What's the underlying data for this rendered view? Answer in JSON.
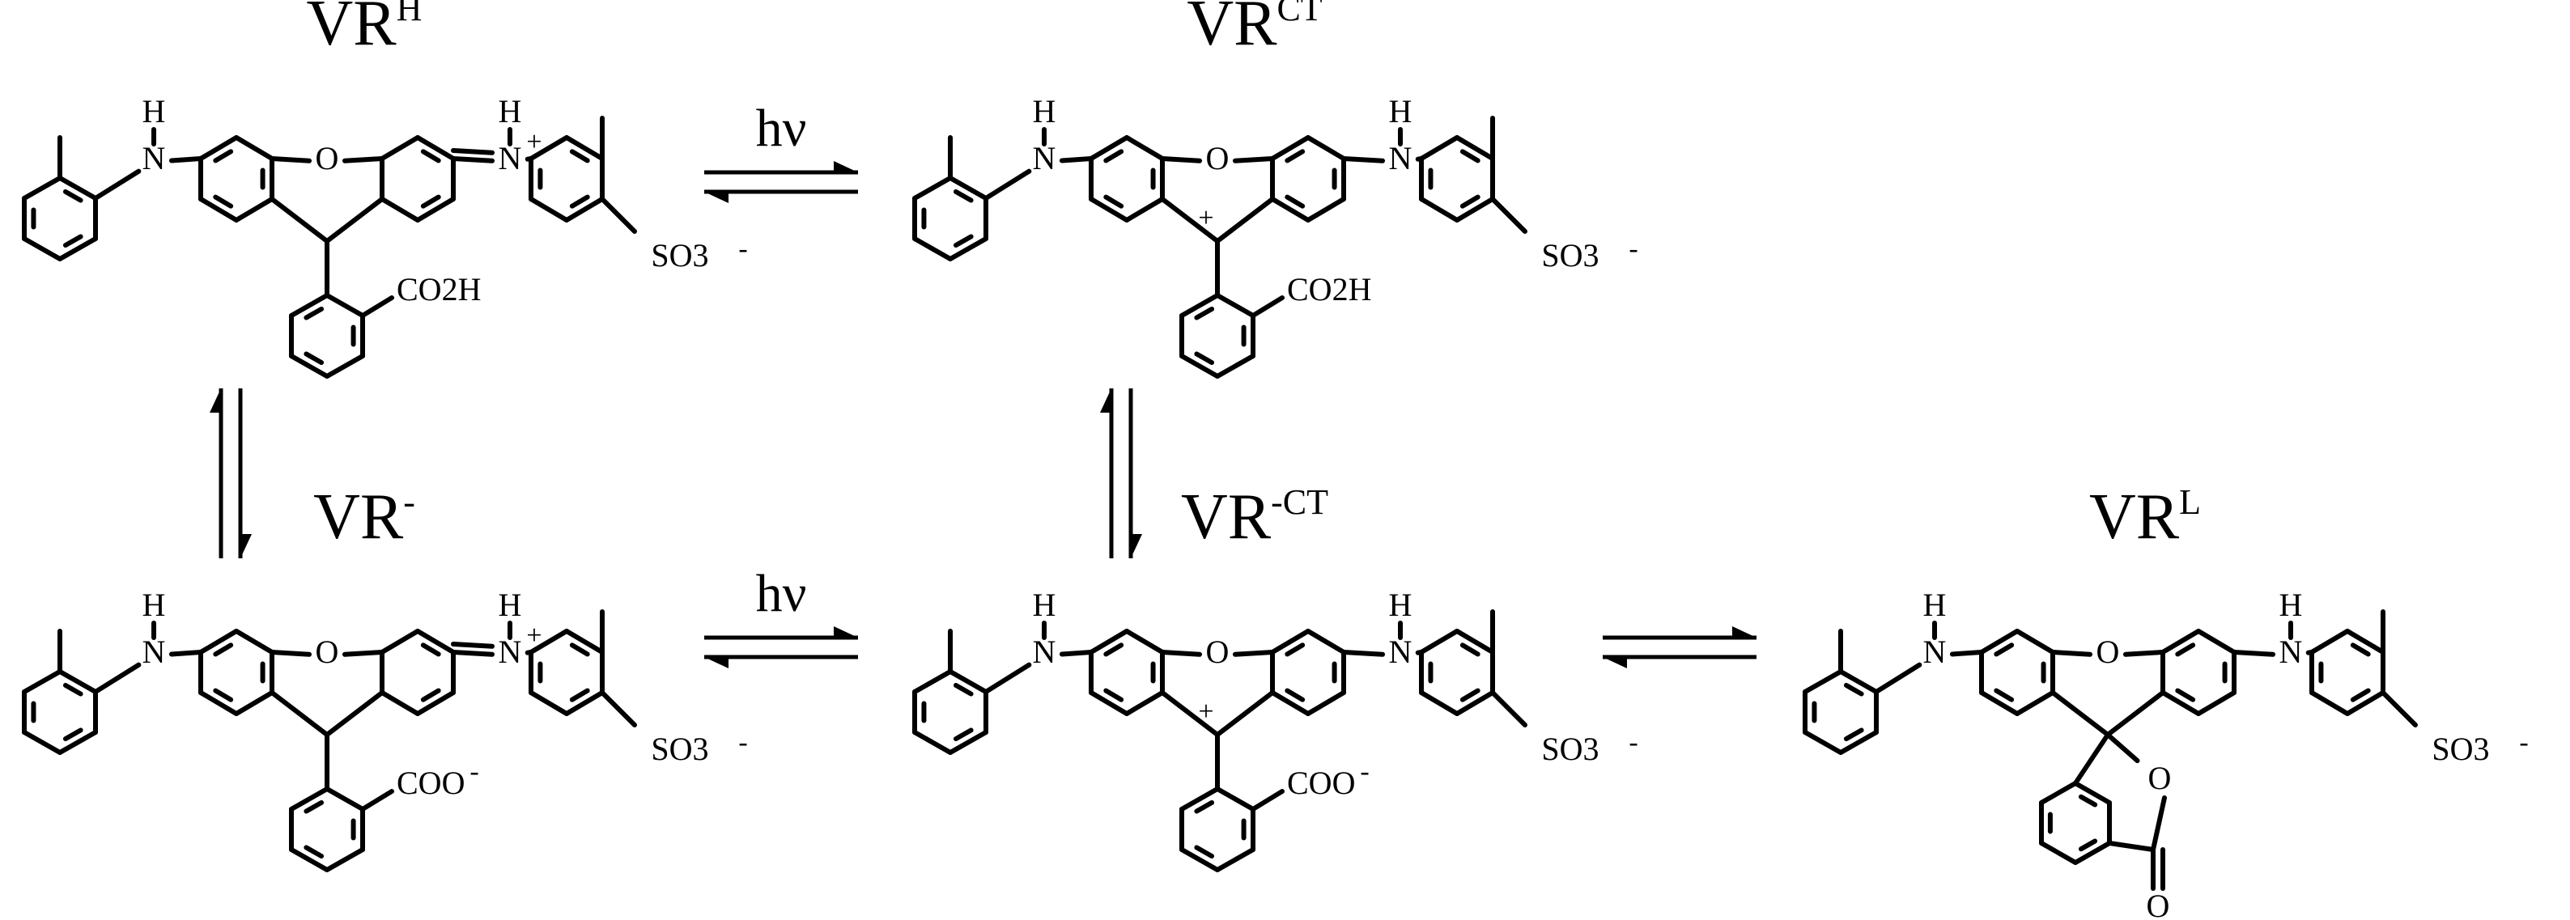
{
  "species": [
    {
      "id": "vrh",
      "base": "VR",
      "sup": "H",
      "variant": "quinoid",
      "acid": "CO2H",
      "acid_charge": ""
    },
    {
      "id": "vrct",
      "base": "VR",
      "sup": "CT",
      "variant": "cation",
      "acid": "CO2H",
      "acid_charge": ""
    },
    {
      "id": "vrm",
      "base": "VR",
      "sup": "-",
      "variant": "quinoid",
      "acid": "COO",
      "acid_charge": "-"
    },
    {
      "id": "vrmct",
      "base": "VR",
      "sup": "-CT",
      "variant": "cation",
      "acid": "COO",
      "acid_charge": "-"
    },
    {
      "id": "vrl",
      "base": "VR",
      "sup": "L",
      "variant": "lactone",
      "acid": "",
      "acid_charge": ""
    }
  ],
  "atoms": {
    "oxygen": "O",
    "nitrogen": "N",
    "hydrogen": "H",
    "plus": "+",
    "sulfonate": "SO3",
    "sulfonate_charge": "-",
    "carbonyl_oxygen": "O"
  },
  "equilibria": [
    {
      "id": "top-horizontal",
      "label": "hν"
    },
    {
      "id": "bottom-horizontal",
      "label": "hν"
    },
    {
      "id": "left-vertical",
      "label": ""
    },
    {
      "id": "center-vertical",
      "label": ""
    },
    {
      "id": "right-horizontal",
      "label": ""
    }
  ]
}
